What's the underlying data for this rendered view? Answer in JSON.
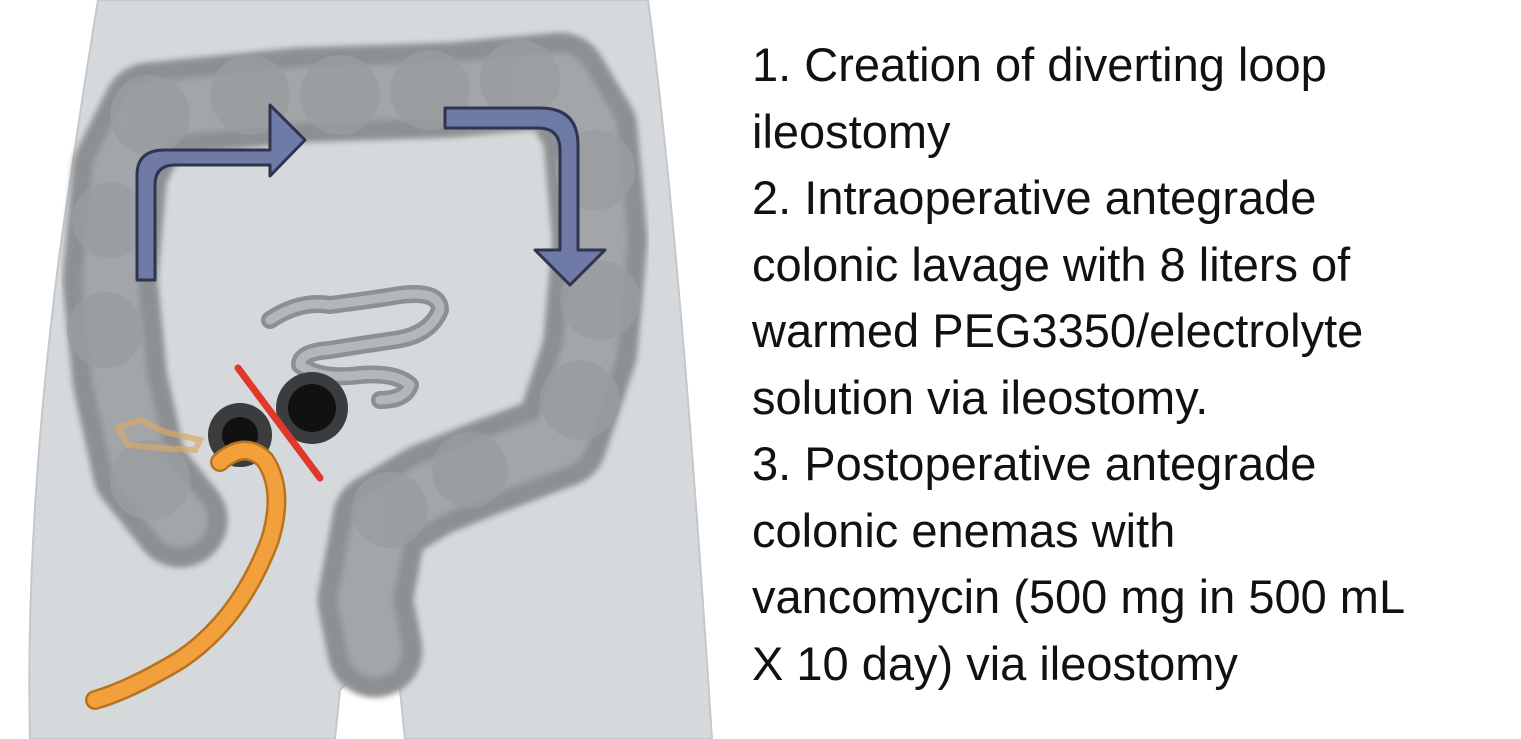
{
  "steps": [
    {
      "lines": [
        "1.  Creation of diverting loop",
        "ileostomy"
      ]
    },
    {
      "lines": [
        "2.  Intraoperative antegrade",
        "colonic lavage with 8 liters of",
        "warmed PEG3350/electrolyte",
        "solution via ileostomy."
      ]
    },
    {
      "lines": [
        "3.  Postoperative antegrade",
        "colonic enemas with",
        "vancomycin (500 mg in 500 mL",
        "X 10 day) via ileostomy"
      ]
    }
  ],
  "colors": {
    "body": "#d6d9dc",
    "colon": "#8d9093",
    "arrow": "#6f7ba6",
    "catheter": "#f2a03c",
    "cut_mark": "#e0392b",
    "stoma": "#111111"
  },
  "icons": [
    "flow-arrow-right-icon",
    "flow-arrow-down-icon",
    "catheter-icon",
    "division-mark-icon"
  ]
}
